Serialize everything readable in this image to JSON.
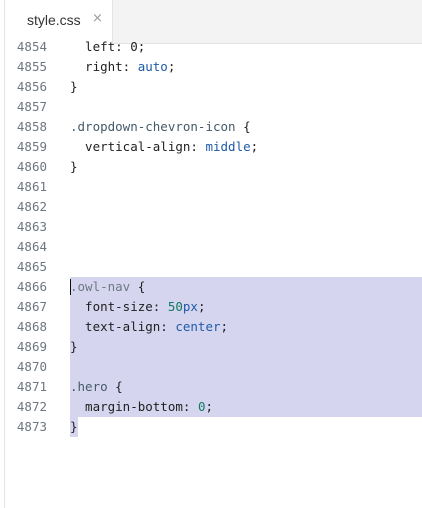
{
  "tab": {
    "filename": "style.css",
    "close_glyph": "×",
    "close_icon": "close-icon"
  },
  "lines": [
    {
      "number": "4854",
      "code": [
        {
          "t": "  left: 0;",
          "c": "t-prop"
        }
      ]
    },
    {
      "number": "4855",
      "code": [
        {
          "t": "  right: ",
          "c": "t-prop"
        },
        {
          "t": "auto",
          "c": "t-kw"
        },
        {
          "t": ";",
          "c": "t-prop"
        }
      ]
    },
    {
      "number": "4856",
      "code": [
        {
          "t": "}",
          "c": "t-prop"
        }
      ]
    },
    {
      "number": "4857",
      "code": []
    },
    {
      "number": "4858",
      "code": [
        {
          "t": ".dropdown-chevron-icon",
          "c": "t-sel"
        },
        {
          "t": " {",
          "c": "t-prop"
        }
      ]
    },
    {
      "number": "4859",
      "code": [
        {
          "t": "  vertical-align: ",
          "c": "t-prop"
        },
        {
          "t": "middle",
          "c": "t-kw"
        },
        {
          "t": ";",
          "c": "t-prop"
        }
      ]
    },
    {
      "number": "4860",
      "code": [
        {
          "t": "}",
          "c": "t-prop"
        }
      ]
    },
    {
      "number": "4861",
      "code": []
    },
    {
      "number": "4862",
      "code": []
    },
    {
      "number": "4863",
      "code": []
    },
    {
      "number": "4864",
      "code": []
    },
    {
      "number": "4865",
      "code": []
    },
    {
      "number": "4866",
      "code": [
        {
          "t": ".owl-nav",
          "c": "t-sel-dim"
        },
        {
          "t": " {",
          "c": "t-prop"
        }
      ]
    },
    {
      "number": "4867",
      "code": [
        {
          "t": "  font-size: ",
          "c": "t-prop"
        },
        {
          "t": "50",
          "c": "t-num"
        },
        {
          "t": "px",
          "c": "t-kw"
        },
        {
          "t": ";",
          "c": "t-prop"
        }
      ]
    },
    {
      "number": "4868",
      "code": [
        {
          "t": "  text-align: ",
          "c": "t-prop"
        },
        {
          "t": "center",
          "c": "t-kw"
        },
        {
          "t": ";",
          "c": "t-prop"
        }
      ]
    },
    {
      "number": "4869",
      "code": [
        {
          "t": "}",
          "c": "t-prop"
        }
      ]
    },
    {
      "number": "4870",
      "code": []
    },
    {
      "number": "4871",
      "code": [
        {
          "t": ".hero",
          "c": "t-sel"
        },
        {
          "t": " {",
          "c": "t-prop"
        }
      ]
    },
    {
      "number": "4872",
      "code": [
        {
          "t": "  margin-bottom: ",
          "c": "t-prop"
        },
        {
          "t": "0",
          "c": "t-num"
        },
        {
          "t": ";",
          "c": "t-prop"
        }
      ]
    },
    {
      "number": "4873",
      "code": [
        {
          "t": "}",
          "c": "t-prop"
        }
      ]
    }
  ],
  "selection": {
    "start_line": "4866",
    "end_line": "4873",
    "color": "#d6d5ef"
  }
}
